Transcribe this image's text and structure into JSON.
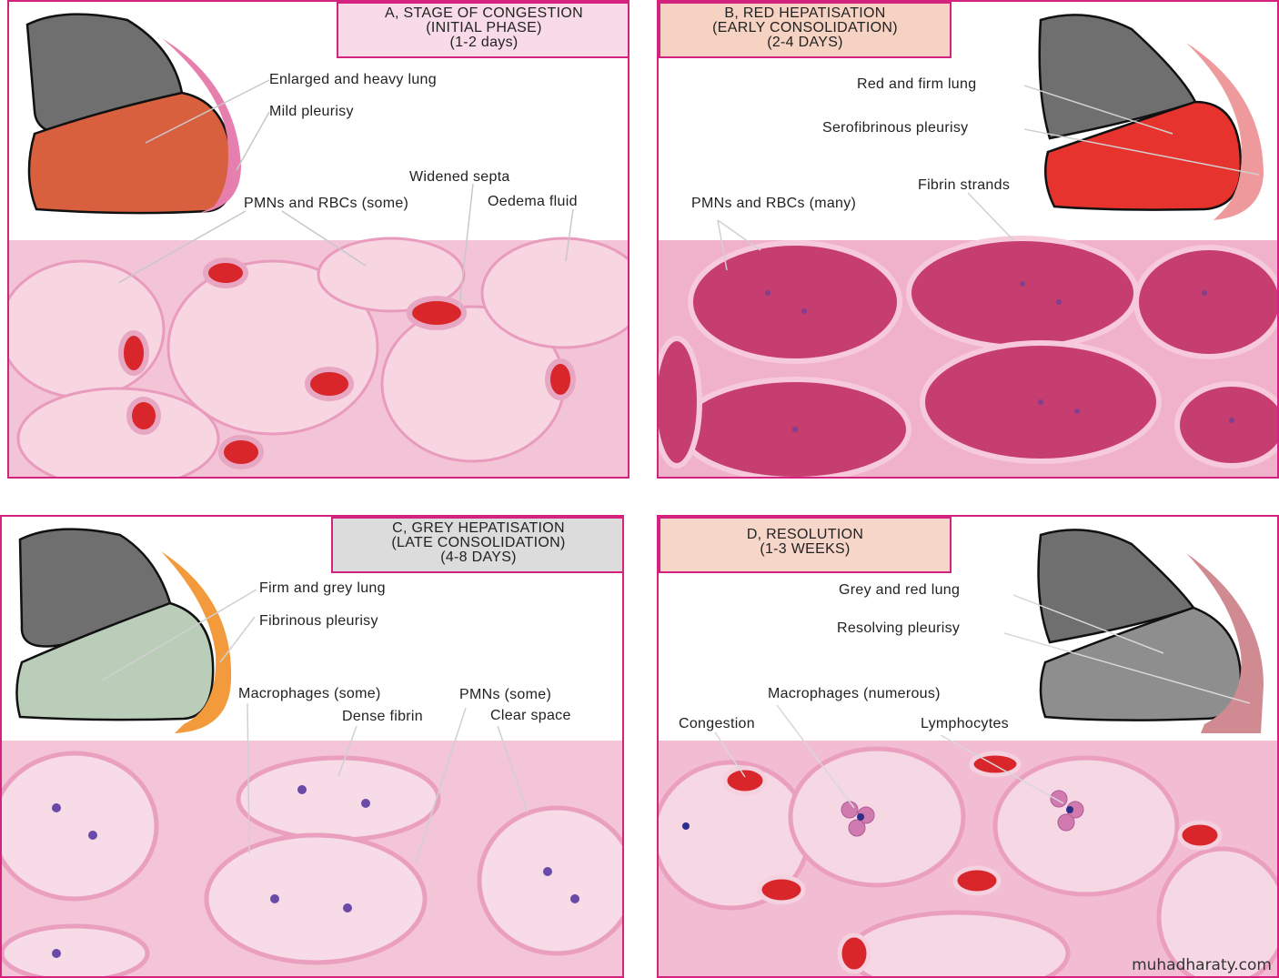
{
  "panels": [
    {
      "id": "A",
      "title_lines": [
        "A, STAGE OF CONGESTION",
        "(INITIAL PHASE)",
        "(1-2 days)"
      ],
      "labels": [
        "Enlarged and heavy lung",
        "Mild pleurisy",
        "Widened septa",
        "PMNs and RBCs (some)",
        "Oedema fluid"
      ],
      "colors": {
        "title_bg": "#f9dbe8",
        "lobe": "#d9603f",
        "pleura": "#e77fae"
      }
    },
    {
      "id": "B",
      "title_lines": [
        "B, RED HEPATISATION",
        "(EARLY CONSOLIDATION)",
        "(2-4 DAYS)"
      ],
      "labels": [
        "Red and firm lung",
        "Serofibrinous pleurisy",
        "Fibrin strands",
        "PMNs and RBCs (many)"
      ],
      "colors": {
        "title_bg": "#f6d2c3",
        "lobe": "#e6332d",
        "pleura": "#ee9a9c"
      }
    },
    {
      "id": "C",
      "title_lines": [
        "C, GREY HEPATISATION",
        "(LATE CONSOLIDATION)",
        "(4-8 DAYS)"
      ],
      "labels": [
        "Firm and grey lung",
        "Fibrinous pleurisy",
        "Macrophages (some)",
        "PMNs (some)",
        "Dense fibrin",
        "Clear space"
      ],
      "colors": {
        "title_bg": "#dcdcdc",
        "lobe": "#b9cdb9",
        "pleura": "#f29a3c"
      }
    },
    {
      "id": "D",
      "title_lines": [
        "D, RESOLUTION",
        "(1-3 WEEKS)"
      ],
      "labels": [
        "Grey and red lung",
        "Resolving pleurisy",
        "Macrophages (numerous)",
        "Congestion",
        "Lymphocytes"
      ],
      "colors": {
        "title_bg": "#f5d6c8",
        "lobe": "#9a9a9a",
        "pleura": "#cf8a92"
      }
    }
  ],
  "watermark": "muhadharaty.com",
  "colors": {
    "border": "#d4237f",
    "tissue": "#f2b6cf",
    "rbc": "#d8262b",
    "pmn": "#4b3fa0"
  }
}
